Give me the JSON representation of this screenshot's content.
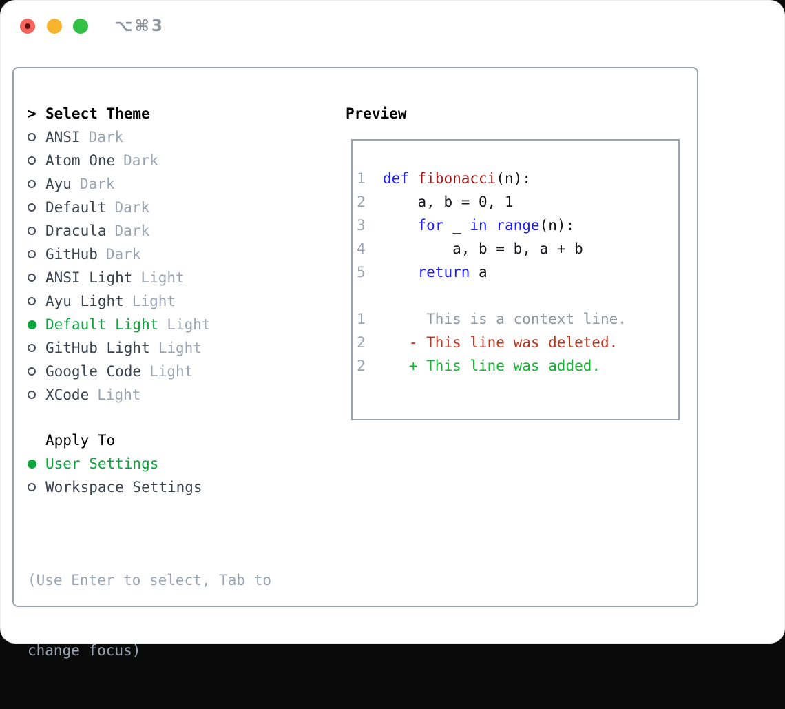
{
  "titlebar": {
    "shortcut": "⌥⌘3"
  },
  "theme_panel": {
    "header": {
      "prompt": ">",
      "label": "Select Theme"
    },
    "themes": [
      {
        "name": "ANSI",
        "variant": "Dark",
        "selected": false
      },
      {
        "name": "Atom One",
        "variant": "Dark",
        "selected": false
      },
      {
        "name": "Ayu",
        "variant": "Dark",
        "selected": false
      },
      {
        "name": "Default",
        "variant": "Dark",
        "selected": false
      },
      {
        "name": "Dracula",
        "variant": "Dark",
        "selected": false
      },
      {
        "name": "GitHub",
        "variant": "Dark",
        "selected": false
      },
      {
        "name": "ANSI Light",
        "variant": "Light",
        "selected": false
      },
      {
        "name": "Ayu Light",
        "variant": "Light",
        "selected": false
      },
      {
        "name": "Default Light",
        "variant": "Light",
        "selected": true
      },
      {
        "name": "GitHub Light",
        "variant": "Light",
        "selected": false
      },
      {
        "name": "Google Code",
        "variant": "Light",
        "selected": false
      },
      {
        "name": "XCode",
        "variant": "Light",
        "selected": false
      }
    ],
    "apply_to": {
      "label": "Apply To",
      "options": [
        {
          "label": "User Settings",
          "selected": true
        },
        {
          "label": "Workspace Settings",
          "selected": false
        }
      ]
    },
    "help_lines": [
      "(Use Enter to select, Tab to",
      "change focus)"
    ]
  },
  "preview": {
    "title": "Preview",
    "code_lines": [
      {
        "num": "1",
        "segs": [
          [
            "def",
            "kw"
          ],
          [
            " ",
            "plain"
          ],
          [
            "fibonacci",
            "fn"
          ],
          [
            "(n):",
            "plain"
          ]
        ]
      },
      {
        "num": "2",
        "segs": [
          [
            "    a, b = 0, 1",
            "plain"
          ]
        ]
      },
      {
        "num": "3",
        "segs": [
          [
            "    ",
            "plain"
          ],
          [
            "for",
            "kw"
          ],
          [
            " _ ",
            "plain"
          ],
          [
            "in",
            "kw"
          ],
          [
            " ",
            "plain"
          ],
          [
            "range",
            "kw"
          ],
          [
            "(n):",
            "plain"
          ]
        ]
      },
      {
        "num": "4",
        "segs": [
          [
            "        a, b = b, a + b",
            "plain"
          ]
        ]
      },
      {
        "num": "5",
        "segs": [
          [
            "    ",
            "plain"
          ],
          [
            "return",
            "kw"
          ],
          [
            " a",
            "plain"
          ]
        ]
      },
      {
        "num": "",
        "segs": []
      },
      {
        "num": "1",
        "segs": [
          [
            "     This is a context line.",
            "ctx"
          ]
        ]
      },
      {
        "num": "2",
        "segs": [
          [
            "   - This line was deleted.",
            "del"
          ]
        ]
      },
      {
        "num": "2",
        "segs": [
          [
            "   + This line was added.",
            "add"
          ]
        ]
      }
    ]
  },
  "colors": {
    "outside_bg": "#0a0a0a",
    "window_bg": "#ffffff",
    "panel_border": "#9aa3af",
    "traffic_red": "#f4645c",
    "traffic_red_dot": "#5c0f06",
    "traffic_yellow": "#f7b42c",
    "traffic_green": "#32c144",
    "shortcut_gray": "#8d929b",
    "header_text": "#000000",
    "theme_name": "#3b4451",
    "variant_gray": "#9aa4b2",
    "accent_green": "#0ba53c",
    "ring_gray": "#49525e",
    "help_gray": "#9aa4b2",
    "lineno_gray": "#9aa4b2",
    "keyword_blue": "#1e1eff",
    "function_red": "#a31515",
    "code_text": "#15171c",
    "context_gray": "#8d97a2",
    "deleted_red": "#c0361f",
    "added_green": "#0eb92d"
  }
}
